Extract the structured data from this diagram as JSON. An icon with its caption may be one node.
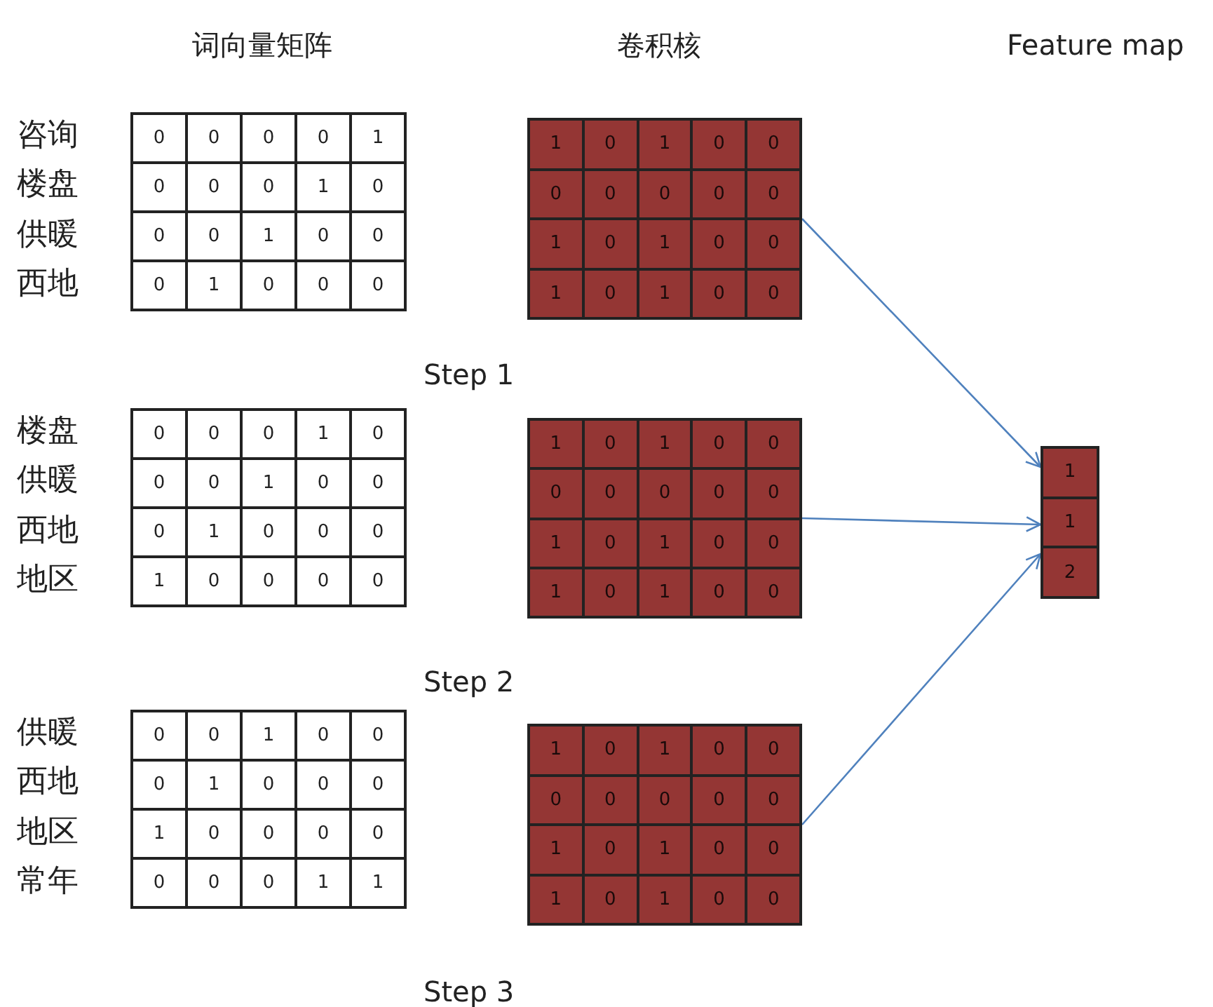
{
  "diagram": {
    "nodes": [
      {
        "text": [
          "0",
          "0",
          "0",
          "0",
          "1",
          "0",
          "0",
          "0",
          "1",
          "0",
          "0",
          "0",
          "1",
          "0",
          "0",
          "0",
          "1",
          "0",
          "0",
          "0"
        ],
        "beside": [
          "咨询",
          "楼盘",
          "供暖",
          "西地"
        ]
      },
      {
        "text": [
          "1",
          "0",
          "1",
          "0",
          "0",
          "0",
          "0",
          "0",
          "0",
          "0",
          "1",
          "0",
          "1",
          "0",
          "0",
          "1",
          "0",
          "1",
          "0",
          "0"
        ]
      },
      {
        "text": [
          "0",
          "0",
          "0",
          "1",
          "0",
          "0",
          "0",
          "1",
          "0",
          "0",
          "0",
          "1",
          "0",
          "0",
          "0",
          "1",
          "0",
          "0",
          "0",
          "0"
        ],
        "beside": [
          "楼盘",
          "供暖",
          "西地",
          "地区"
        ]
      },
      {
        "text": [
          "1",
          "0",
          "1",
          "0",
          "0",
          "0",
          "0",
          "0",
          "0",
          "0",
          "1",
          "0",
          "1",
          "0",
          "0",
          "1",
          "0",
          "1",
          "0",
          "0"
        ]
      },
      {
        "text": [
          "1",
          "1",
          "2"
        ]
      },
      {
        "text": [
          "0",
          "0",
          "1",
          "0",
          "0",
          "0",
          "1",
          "0",
          "0",
          "0",
          "1",
          "0",
          "0",
          "0",
          "0",
          "0",
          "0",
          "0",
          "1",
          "1"
        ],
        "beside": [
          "供暖",
          "西地",
          "地区",
          "常年"
        ]
      },
      {
        "text": [
          "1",
          "0",
          "1",
          "0",
          "0",
          "0",
          "0",
          "0",
          "0",
          "0",
          "1",
          "0",
          "1",
          "0",
          "0",
          "1",
          "0",
          "1",
          "0",
          "0"
        ]
      }
    ],
    "edges": [
      {
        "from": 1,
        "to": 4,
        "arrow": "to"
      },
      {
        "from": 3,
        "to": 4,
        "arrow": "to"
      },
      {
        "from": 6,
        "to": 4,
        "arrow": "to"
      }
    ],
    "labels": [
      "词向量矩阵",
      "卷积核",
      "Feature map",
      "Step 1",
      "Step 2",
      "Step 3"
    ]
  }
}
